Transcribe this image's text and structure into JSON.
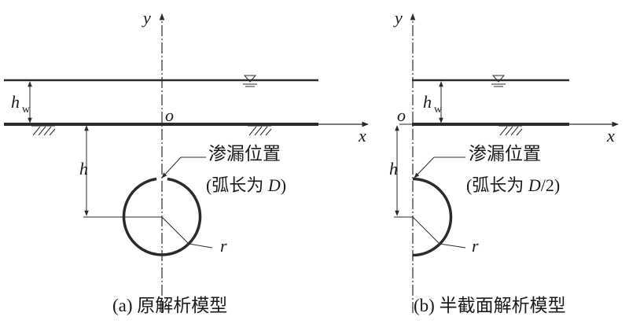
{
  "panel_a": {
    "axis_y": "y",
    "axis_x": "x",
    "origin": "o",
    "hw_main": "h",
    "hw_sub": "w",
    "h_label": "h",
    "leak_label_1": "渗漏位置",
    "leak_label_2a": "(弧长为 ",
    "leak_label_2b": "D",
    "leak_label_2c": ")",
    "r_label": "r",
    "caption": "(a) 原解析模型"
  },
  "panel_b": {
    "axis_y": "y",
    "axis_x": "x",
    "origin": "o",
    "hw_main": "h",
    "hw_sub": "w",
    "h_label": "h",
    "leak_label_1": "渗漏位置",
    "leak_label_2a": "(弧长为 ",
    "leak_label_2b": "D",
    "leak_label_2c": "/2)",
    "r_label": "r",
    "caption": "(b) 半截面解析模型"
  },
  "colors": {
    "line": "#2a2a2a",
    "text": "#1a1a1a"
  },
  "icons": [
    "water-level-icon",
    "soil-hatch-icon"
  ]
}
